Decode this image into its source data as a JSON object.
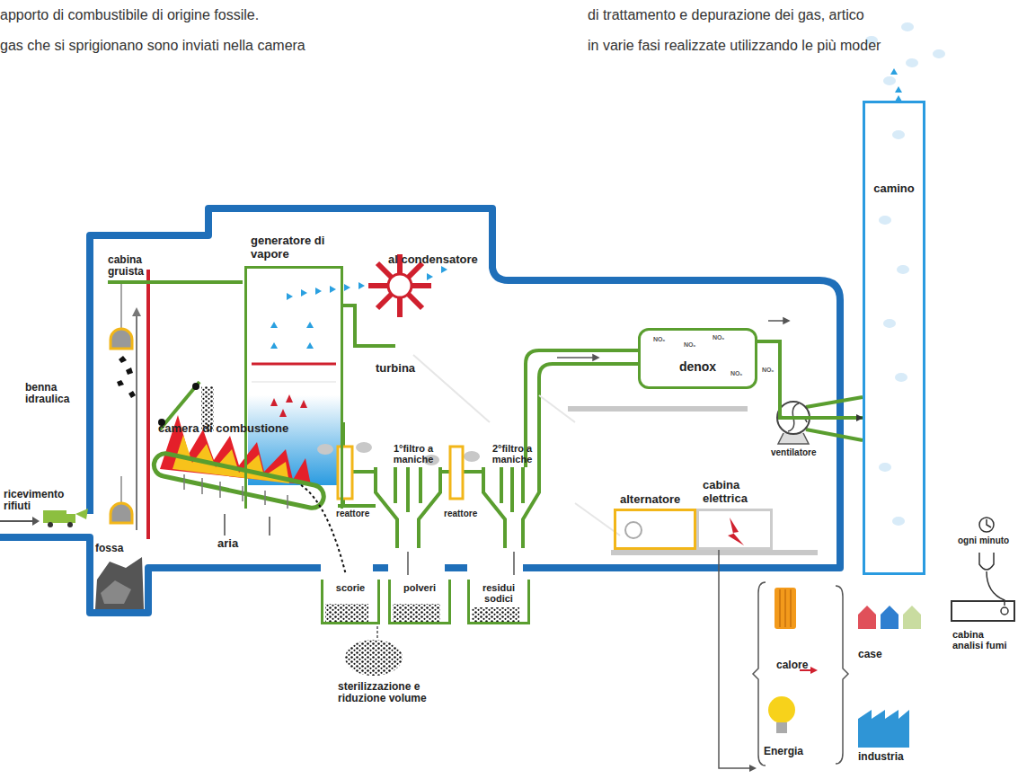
{
  "diagram": {
    "nodes": [
      {
        "text": [
          "generatore di vapore"
        ]
      },
      {
        "text": [
          "denox"
        ]
      },
      {
        "text": [
          "camino"
        ]
      },
      {
        "text": [
          "scorie"
        ]
      },
      {
        "text": [
          "polveri"
        ]
      },
      {
        "text": [
          "residui sodici"
        ]
      },
      {
        "text": [
          "alternatore"
        ]
      },
      {
        "text": [
          "cabina elettrica"
        ]
      },
      {
        "text": [
          "cabina analisi fumi"
        ]
      }
    ],
    "edges": [
      {
        "from": 1,
        "to": 2,
        "arrow": "to"
      }
    ],
    "labels": [
      "apporto di combustibile di origine fossile.",
      "gas che si sprigionano sono inviati nella camera",
      "di trattamento e depurazione dei gas, artico",
      "in varie fasi realizzate utilizzando le più moder",
      "cabina gruista",
      "al condensatore",
      "turbina",
      "benna idraulica",
      "camera di combustione",
      "1°filtro a maniche",
      "2°filtro a maniche",
      "reattore",
      "reattore",
      "ricevimento rifiuti",
      "fossa",
      "aria",
      "ventilatore",
      "ogni minuto",
      "sterilizzazione e riduzione volume",
      "calore",
      "Energia",
      "case",
      "industria",
      "NOₓ",
      "NOₓ",
      "NOₓ",
      "NOₓ",
      "NOₓ"
    ]
  }
}
